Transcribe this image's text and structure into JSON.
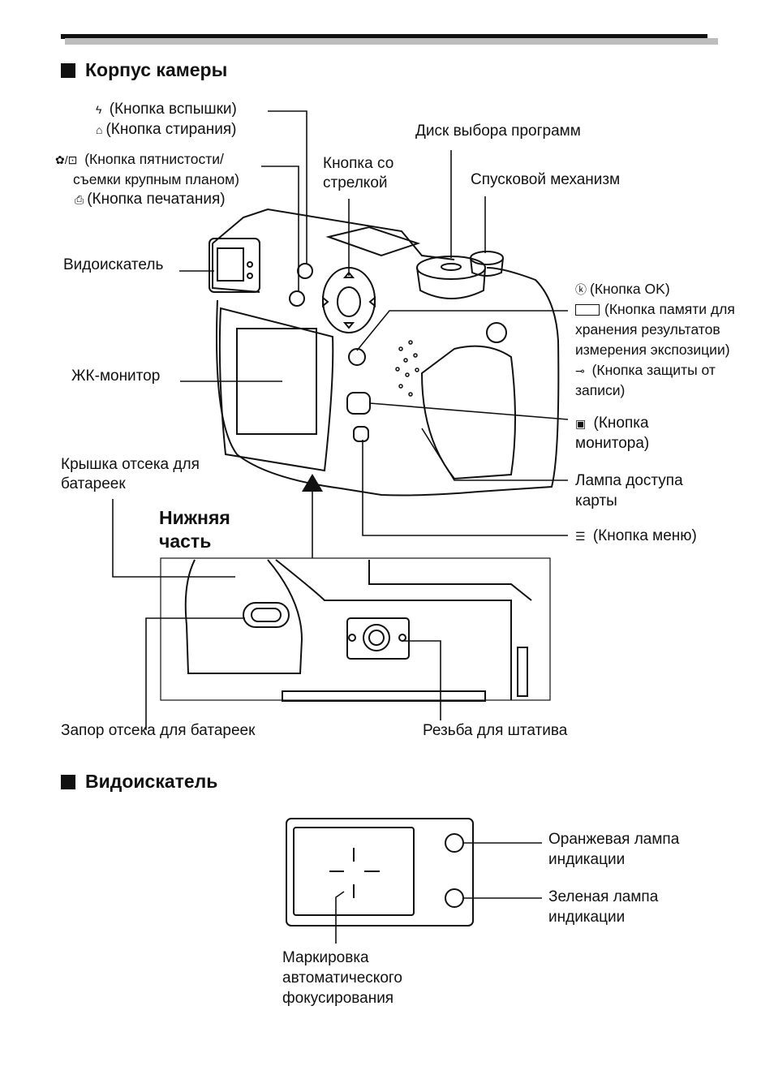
{
  "sections": {
    "body": "Корпус камеры",
    "viewfinder": "Видоискатель"
  },
  "labels": {
    "flash": "(Кнопка вспышки)",
    "erase": "(Кнопка стирания)",
    "spot_line1": "(Кнопка пятнистости/",
    "spot_line2": "съемки крупным планом)",
    "print": "(Кнопка печатания)",
    "mode_dial": "Диск выбора программ",
    "arrow_line1": "Кнопка со",
    "arrow_line2": "стрелкой",
    "shutter": "Спусковой механизм",
    "viewfinder": "Видоискатель",
    "ok": "(Кнопка OK)",
    "memory_line1": "(Кнопка памяти для",
    "memory_line2": "хранения результатов",
    "memory_line3": "измерения экспозиции)",
    "protect_line1": "(Кнопка защиты от",
    "protect_line2": "записи)",
    "lcd": "ЖК-монитор",
    "monitor_line1": "(Кнопка",
    "monitor_line2": "монитора)",
    "battery_cover_line1": "Крышка отсека для",
    "battery_cover_line2": "батареек",
    "card_lamp_line1": "Лампа доступа",
    "card_lamp_line2": "карты",
    "bottom_line1": "Нижняя",
    "bottom_line2": "часть",
    "menu": "(Кнопка меню)",
    "battery_lock": "Запор отсека для батареек",
    "tripod": "Резьба для штатива",
    "orange_line1": "Оранжевая лампа",
    "orange_line2": "индикации",
    "green_line1": "Зеленая лампа",
    "green_line2": "индикации",
    "af_line1": "Маркировка",
    "af_line2": "автоматического",
    "af_line3": "фокусирования"
  },
  "icons": {
    "flash": "lightning-icon",
    "erase": "trash-icon",
    "spot": "macro-flower-icon",
    "print": "printer-icon",
    "ok": "ok-circle-icon",
    "memory": "blank-box-icon",
    "protect": "key-icon",
    "monitor": "monitor-icon",
    "menu": "menu-icon"
  }
}
